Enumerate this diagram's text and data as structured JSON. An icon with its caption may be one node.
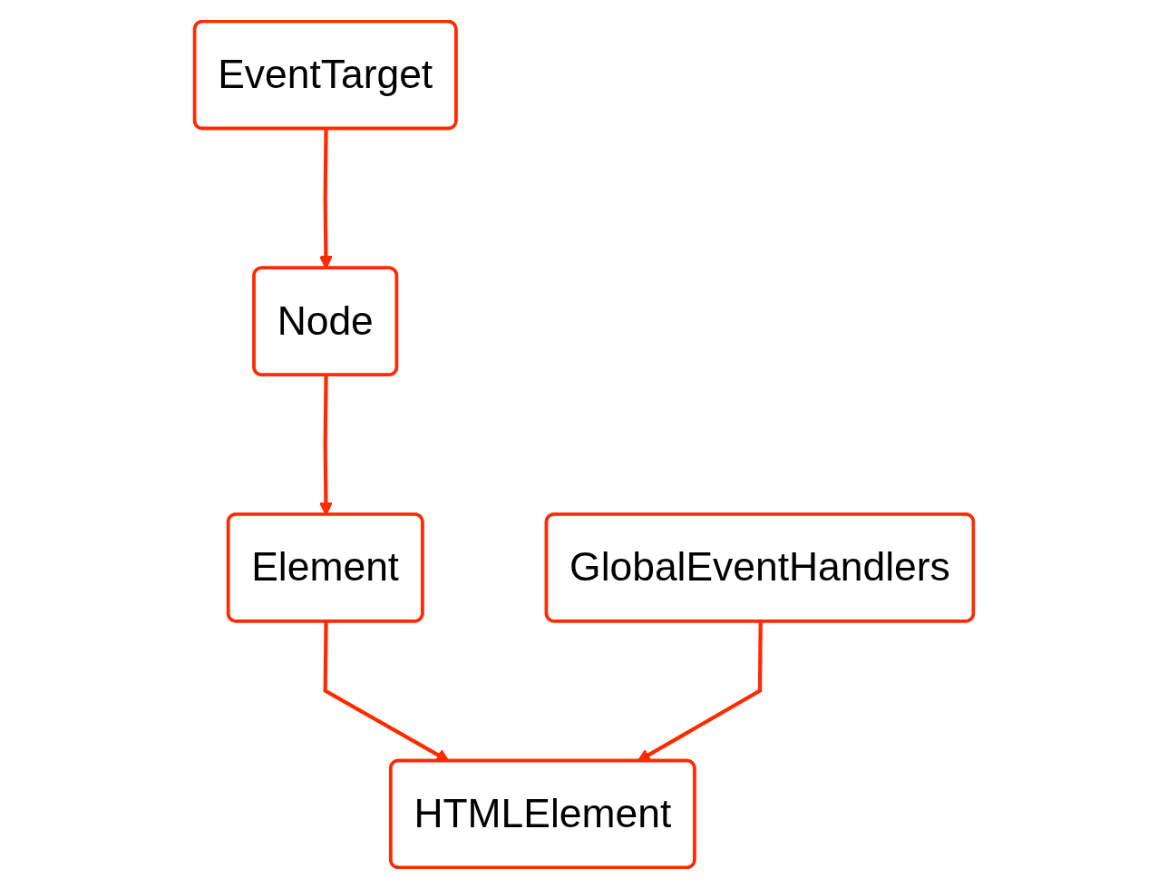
{
  "diagram": {
    "nodes": [
      {
        "text": [
          "EventTarget"
        ]
      },
      {
        "text": [
          "Node"
        ]
      },
      {
        "text": [
          "Element"
        ]
      },
      {
        "text": [
          "GlobalEventHandlers"
        ]
      },
      {
        "text": [
          "HTMLElement"
        ]
      }
    ],
    "edges": [
      {
        "from": 0,
        "to": 1,
        "arrow": "to"
      },
      {
        "from": 1,
        "to": 2,
        "arrow": "to"
      },
      {
        "from": 2,
        "to": 4,
        "arrow": "to"
      },
      {
        "from": 3,
        "to": 4,
        "arrow": "to"
      }
    ]
  }
}
